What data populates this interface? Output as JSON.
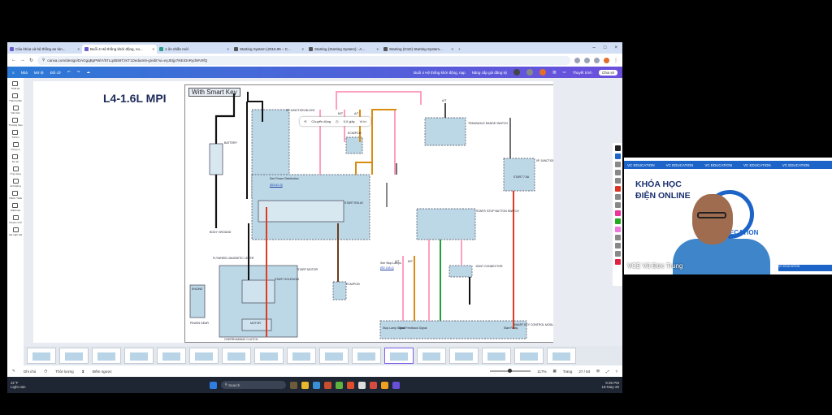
{
  "browser": {
    "tabs": [
      {
        "label": "Câu khóa và hệ thống an tòn...",
        "active": false
      },
      {
        "label": "Buổi 4 Hệ thống khởi động, no...",
        "active": true
      },
      {
        "label": "1 ôn nhắn mới",
        "active": false
      },
      {
        "label": "Starting System (2016.05 – C...",
        "active": false
      },
      {
        "label": "Starting (Starting System) - A...",
        "active": false
      },
      {
        "label": "Starting (G1D) Starting System...",
        "active": false
      }
    ],
    "new_tab": "+",
    "url": "canva.com/design/DAGgqBpPWiY/5TLq4B59TzKT1Deda4n5-g/edit?ui=eyJEIjp7IkEiOnRydWV9fQ"
  },
  "canva": {
    "home": "Nhà",
    "file": "Mở tệ",
    "resize": "Đổi cỡ",
    "doc_title": "Buổi 4 Hệ thống khởi động, nạp",
    "upgrade": "Nâng cấp gói đăng ký",
    "present": "Thuyết trình",
    "share": "Chia sẻ"
  },
  "sidebar": [
    {
      "label": "Thiết kế"
    },
    {
      "label": "Thành phần"
    },
    {
      "label": "Văn bản"
    },
    {
      "label": "Thương hiệu"
    },
    {
      "label": "Tải lên"
    },
    {
      "label": "Công cụ"
    },
    {
      "label": "Dự án"
    },
    {
      "label": "Ứng dụng"
    },
    {
      "label": "Ảnh Động"
    },
    {
      "label": "TRUC THIE"
    },
    {
      "label": "Wikimapi"
    },
    {
      "label": "Chuck có lễ"
    },
    {
      "label": "Hội nghị Hội"
    }
  ],
  "slide": {
    "title": "L4-1.6L MPI",
    "diagram_title": "With Smart Key",
    "floating_toolbar": {
      "transition": "Chuyển động",
      "duration": "5,0 giây",
      "more": "Vị trí"
    }
  },
  "diagram_labels": {
    "junction_top": "I/P JUNCTION BLOCK",
    "battery": "BATTERY",
    "body_ground": "BODY GROUND",
    "power_dist": "See Power Distribution",
    "start_relay": "START RELAY",
    "flywheel": "FLYWHEEL MAGNETIC LEVER",
    "pinion": "PINION GEAR",
    "start_solenoid": "START SOLENOID",
    "start_motor": "START MOTOR",
    "motor": "MOTOR",
    "overrunning": "OVERRUNNING CLUTCH",
    "engine": "ENGINE",
    "transaxle": "TRANSAXLE RANGE SWITCH",
    "ecm": "ECM/PCM",
    "ecm2": "ECM/PCM",
    "stop_button": "START/ STOP BUTTON SWITCH",
    "joint": "JOINT CONNECTOR",
    "smart_key": "SMART KEY CONTROL MODULE",
    "stop_lamp": "See Stop Lamps",
    "ip_junction": "I/P JUNCTION BLOCK",
    "start_fuse": "START 7.5A",
    "at": "A/T",
    "mt": "M/T",
    "link1": "[SD110-3]",
    "link2": "[SD 118-1]",
    "stop_lamp_signal": "Stop Lamp Signal",
    "start_feedback": "Start Feedback Signal",
    "start_relay_label": "Start Relay"
  },
  "statusbar": {
    "notes": "Ghi chú",
    "timer": "Thời lượng",
    "countdown": "Đếm ngược",
    "zoom": "117%",
    "view": "Trang",
    "page": "27 / 54"
  },
  "taskbar": {
    "temp": "31°F",
    "weather": "Light rain",
    "search": "Search",
    "time": "9:35 PM",
    "date": "18-May-25"
  },
  "video": {
    "banner": "VC EDUCATION",
    "course_line1": "KHÓA HỌC",
    "course_line2": "ĐIỆN ONLINE",
    "logo_text": "ECATION",
    "speaker": "VCE Vũ Đức Trung",
    "stripe": "VC EDUCATION"
  }
}
